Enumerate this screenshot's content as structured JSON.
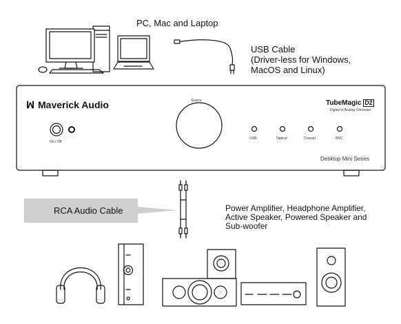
{
  "computers": {
    "label": "PC, Mac and Laptop"
  },
  "usb_cable": {
    "lines": [
      "USB Cable",
      "(Driver-less for Windows,",
      "MacOS and Linux)"
    ]
  },
  "device": {
    "brand": "Maverick Audio",
    "model_name": "TubeMagic",
    "model_code": "D2",
    "model_subtitle": "Digital to Analog Converter",
    "power_label": "On / Off",
    "knob_label": "Source",
    "indicators": [
      "USB",
      "Optical",
      "Coaxial",
      "BNC"
    ],
    "series_label": "Desktop Mini Series"
  },
  "rca_cable": {
    "label": "RCA Audio Cable"
  },
  "outputs": {
    "lines": [
      "Power Amplifier, Headphone Amplifier,",
      "Active Speaker, Powered Speaker and",
      "Sub-woofer"
    ]
  },
  "colors": {
    "line": "#111111",
    "callout": "#cfcfcf"
  }
}
